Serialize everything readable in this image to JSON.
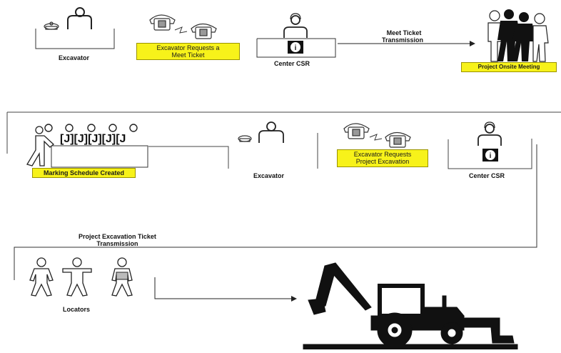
{
  "row1": {
    "excavator_label": "Excavator",
    "request_note": [
      "Excavator Requests a",
      "Meet Ticket"
    ],
    "center_label": "Center CSR",
    "transmission_label": [
      "Meet Ticket",
      "Transmission"
    ],
    "meeting_note": "Project Onsite Meeting"
  },
  "row2": {
    "schedule_note": "Marking Schedule Created",
    "excavator_label": "Excavator",
    "request_note": [
      "Excavator Requests",
      "Project Excavation"
    ],
    "center_label": "Center CSR"
  },
  "row3": {
    "transmission_label": [
      "Project Excavation Ticket",
      "Transmission"
    ],
    "locators_label": "Locators"
  },
  "colors": {
    "note_fill": "#f7f21a",
    "line": "#222222"
  },
  "icons": [
    "telephone-icon",
    "person-icon",
    "headset-operator-icon",
    "info-icon",
    "calendar-icon",
    "backhoe-icon"
  ]
}
